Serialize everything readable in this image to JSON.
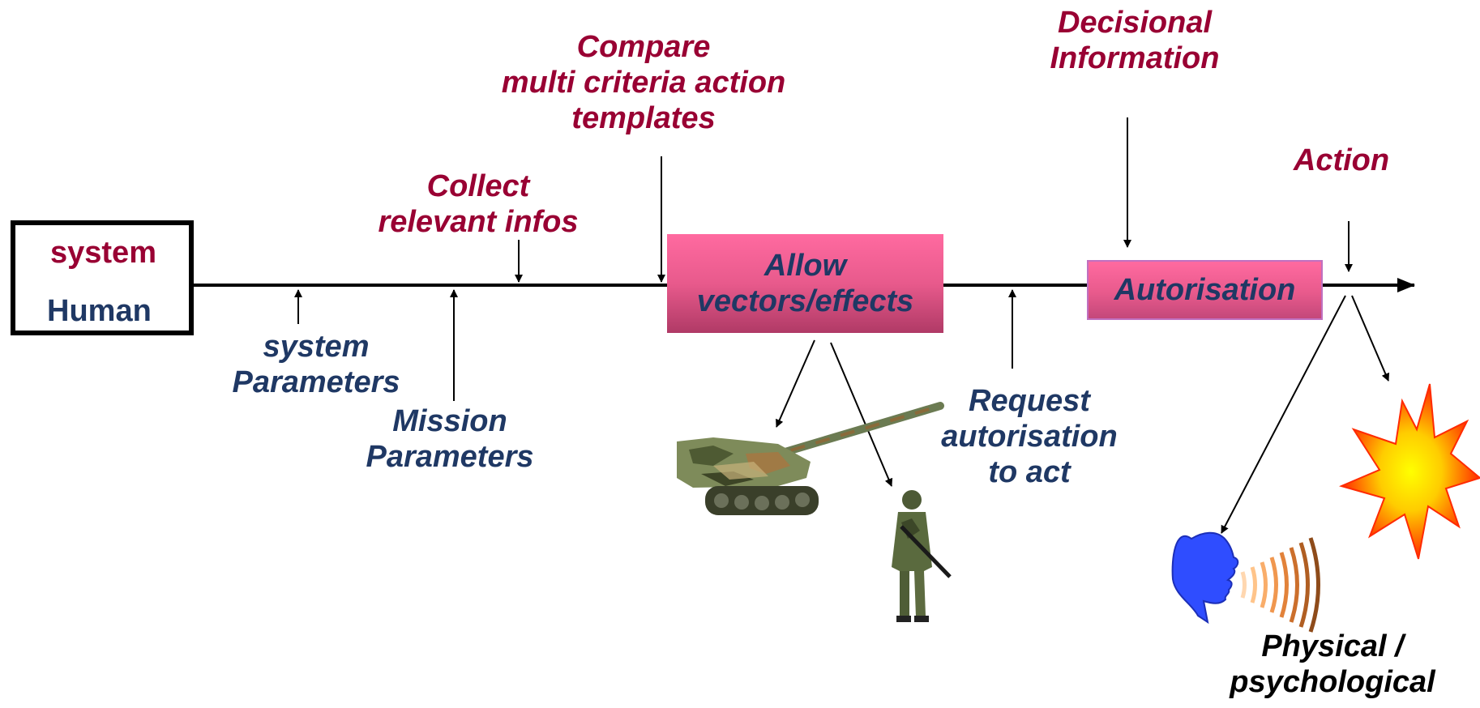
{
  "human_box": {
    "top_label": "system",
    "bottom_label": "Human"
  },
  "labels": {
    "collect": [
      "Collect",
      "relevant infos"
    ],
    "compare": [
      "Compare",
      "multi criteria action",
      "templates"
    ],
    "decisional": [
      "Decisional",
      "Information"
    ],
    "action": "Action",
    "system_parameters": [
      "system",
      "Parameters"
    ],
    "mission_parameters": [
      "Mission",
      "Parameters"
    ],
    "request": [
      "Request",
      "autorisation",
      "to act"
    ],
    "physical": [
      "Physical /",
      "psychological"
    ]
  },
  "boxes": {
    "allow": [
      "Allow",
      "vectors/effects"
    ],
    "autorisation": "Autorisation"
  },
  "icons": [
    "tank-image",
    "soldier-image",
    "explosion-icon",
    "speaking-head-icon"
  ],
  "colors": {
    "maroon": "#990033",
    "navy": "#1f3864",
    "box_pink": "#e85a8c"
  }
}
